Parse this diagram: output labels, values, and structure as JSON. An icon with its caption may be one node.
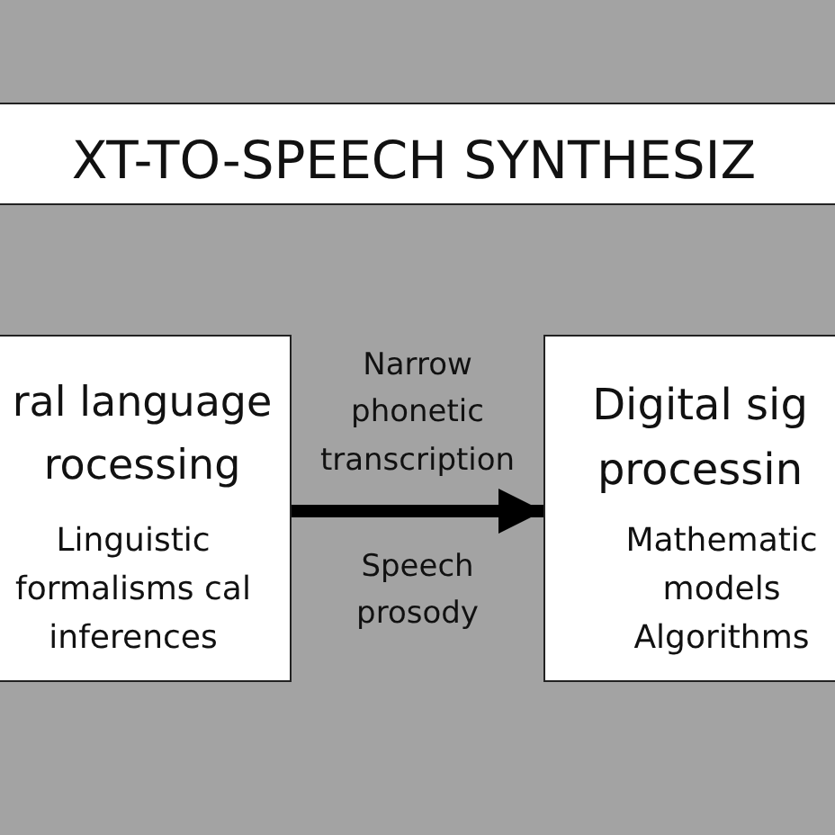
{
  "diagram": {
    "nodes": [
      {
        "text": [
          "XT-TO-SPEECH SYNTHESIZ"
        ]
      },
      {
        "text": [
          "ral language rocessing",
          "Linguistic formalisms cal inferences"
        ]
      },
      {
        "text": [
          "Digital sig processin",
          "Mathematic models Algorithms"
        ]
      }
    ],
    "edges": [
      {
        "from": 1,
        "to": 2,
        "arrow": "to",
        "label": "Narrow phonetic transcription"
      }
    ],
    "labels": [
      "Speech prosody"
    ]
  }
}
